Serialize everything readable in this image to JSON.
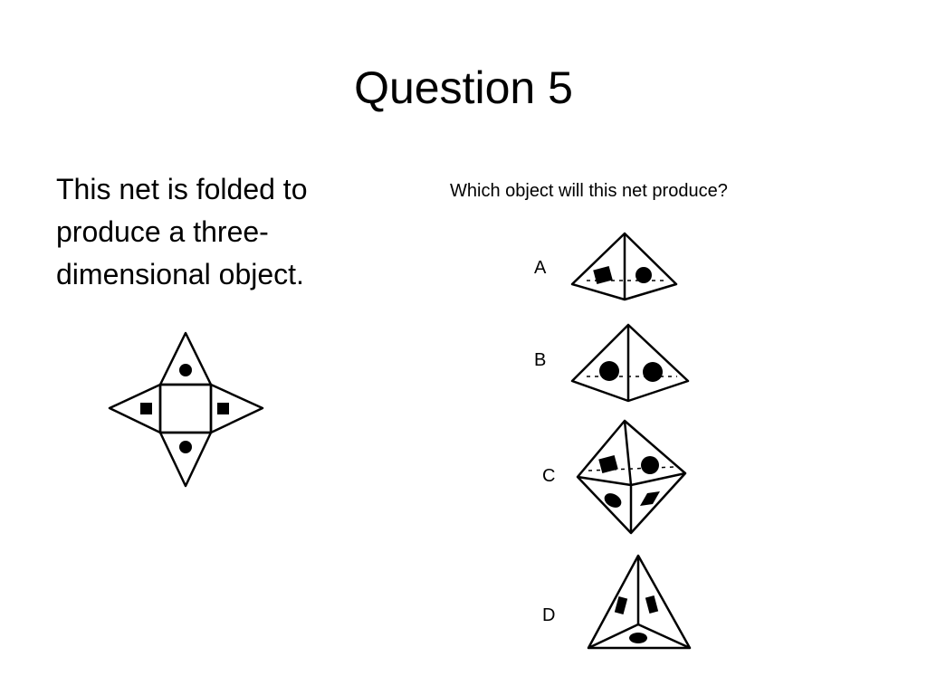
{
  "slide": {
    "title": "Question 5",
    "description": "This net is folded to produce a three-dimensional object.",
    "question": "Which object will this net produce?",
    "options": [
      {
        "label": "A"
      },
      {
        "label": "B"
      },
      {
        "label": "C"
      },
      {
        "label": "D"
      }
    ]
  }
}
